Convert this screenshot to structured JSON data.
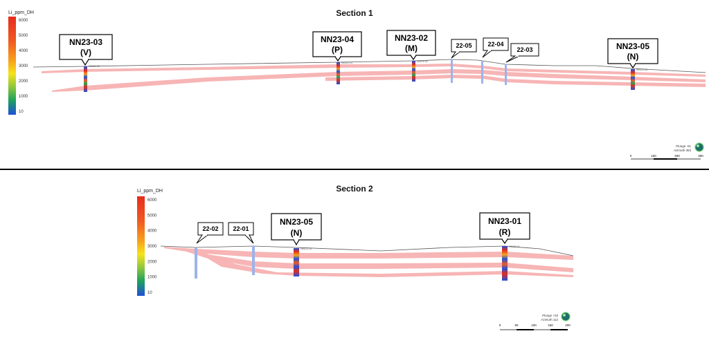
{
  "colors": {
    "layer_fill": "#f7b5b5",
    "terrain": "#555555",
    "callout_border": "#000000",
    "ramp_stops": [
      "#1f4fd8",
      "#1ea35b",
      "#8cc63f",
      "#f6e21b",
      "#f7a21b",
      "#f15a22",
      "#e52d1d"
    ]
  },
  "section1": {
    "title": "Section 1",
    "legend": {
      "title": "Li_ppm_DH",
      "ticks": [
        "6000",
        "5000",
        "4000",
        "3000",
        "2000",
        "1000",
        "10"
      ]
    },
    "callouts": [
      {
        "id": "NN23-03",
        "line1": "NN23-03",
        "line2": "(V)"
      },
      {
        "id": "NN23-04",
        "line1": "NN23-04",
        "line2": "(P)"
      },
      {
        "id": "NN23-02",
        "line1": "NN23-02",
        "line2": "(M)"
      },
      {
        "id": "22-05",
        "line1": "22-05",
        "line2": ""
      },
      {
        "id": "22-04",
        "line1": "22-04",
        "line2": ""
      },
      {
        "id": "22-03",
        "line1": "22-03",
        "line2": ""
      },
      {
        "id": "NN23-05",
        "line1": "NN23-05",
        "line2": "(N)"
      }
    ],
    "hole_labels": [
      "NN23-03",
      "NN23-04",
      "NN23-02",
      "NN23-05"
    ],
    "orientation": {
      "plunge": "Plunge -01",
      "azimuth": "Azimuth 353"
    },
    "scale_ticks": [
      "0",
      "100",
      "200",
      "300"
    ]
  },
  "section2": {
    "title": "Section 2",
    "legend": {
      "title": "Li_ppm_DH",
      "ticks": [
        "6000",
        "5000",
        "4000",
        "3000",
        "2000",
        "1000",
        "10"
      ]
    },
    "callouts": [
      {
        "id": "22-02",
        "line1": "22-02",
        "line2": ""
      },
      {
        "id": "22-01",
        "line1": "22-01",
        "line2": ""
      },
      {
        "id": "NN23-05",
        "line1": "NN23-05",
        "line2": "(N)"
      },
      {
        "id": "NN23-01",
        "line1": "NN23-01",
        "line2": "(R)"
      }
    ],
    "hole_labels": [
      "NN23-05",
      "NN23-01"
    ],
    "orientation": {
      "plunge": "Plunge +03",
      "azimuth": "Azimuth 112"
    },
    "scale_ticks": [
      "0",
      "50",
      "100",
      "150",
      "200"
    ]
  }
}
